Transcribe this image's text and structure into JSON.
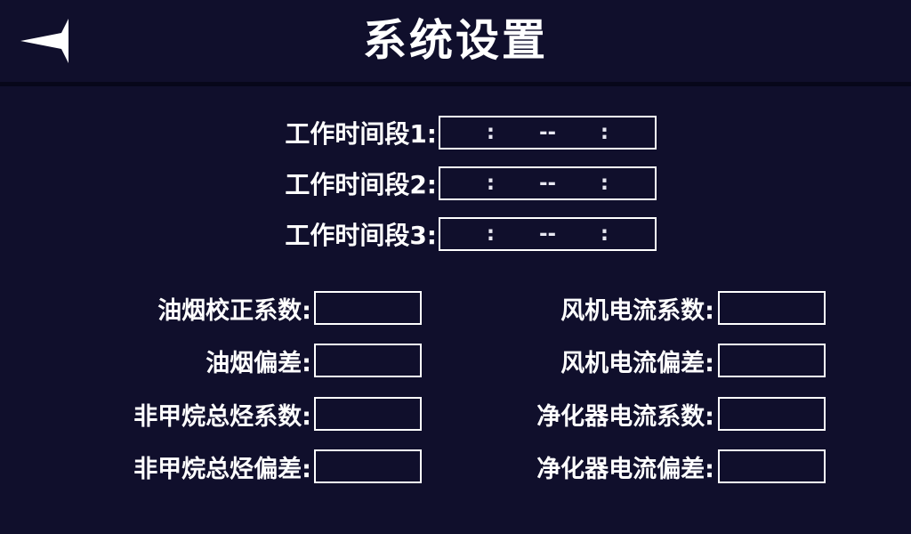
{
  "theme": {
    "background": "#100f2c",
    "foreground": "#ffffff",
    "rule": "#07071a",
    "field_border": "#ffffff"
  },
  "header": {
    "title": "系统设置",
    "back_icon": "back-triangle-icon"
  },
  "time_section": {
    "rows": [
      {
        "label": "工作时间段1:",
        "start_hour": "",
        "start_minute": "",
        "separator": "--",
        "end_hour": "",
        "end_minute": "",
        "colon": ":",
        "value": ":  --  :"
      },
      {
        "label": "工作时间段2:",
        "start_hour": "",
        "start_minute": "",
        "separator": "--",
        "end_hour": "",
        "end_minute": "",
        "colon": ":",
        "value": ":  --  :"
      },
      {
        "label": "工作时间段3:",
        "start_hour": "",
        "start_minute": "",
        "separator": "--",
        "end_hour": "",
        "end_minute": "",
        "colon": ":",
        "value": ":  --  :"
      }
    ]
  },
  "params": {
    "rows": [
      {
        "left": {
          "label": "油烟校正系数:",
          "value": ""
        },
        "right": {
          "label": "风机电流系数:",
          "value": ""
        }
      },
      {
        "left": {
          "label": "油烟偏差:",
          "value": ""
        },
        "right": {
          "label": "风机电流偏差:",
          "value": ""
        }
      },
      {
        "left": {
          "label": "非甲烷总烃系数:",
          "value": ""
        },
        "right": {
          "label": "净化器电流系数:",
          "value": ""
        }
      },
      {
        "left": {
          "label": "非甲烷总烃偏差:",
          "value": ""
        },
        "right": {
          "label": "净化器电流偏差:",
          "value": ""
        }
      }
    ]
  }
}
